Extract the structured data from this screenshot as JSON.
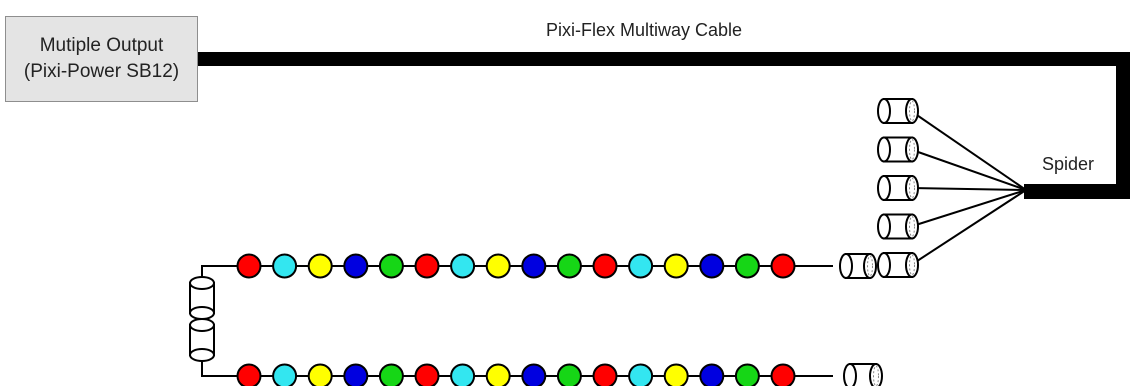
{
  "source_box": {
    "line1": "Mutiple Output",
    "line2": "(Pixi-Power SB12)"
  },
  "cable_label": "Pixi-Flex Multiway Cable",
  "spider_label": "Spider",
  "colors": {
    "red": "#ff0000",
    "cyan": "#33e6f0",
    "yellow": "#ffff00",
    "blue": "#0000e0",
    "green": "#16d616",
    "cable": "#000000",
    "box_fill": "#e4e4e4"
  },
  "pixel_sequence": [
    "red",
    "cyan",
    "yellow",
    "blue",
    "green",
    "red",
    "cyan",
    "yellow",
    "blue",
    "green",
    "red",
    "cyan",
    "yellow",
    "blue",
    "green",
    "red"
  ],
  "spider_outputs": 5
}
